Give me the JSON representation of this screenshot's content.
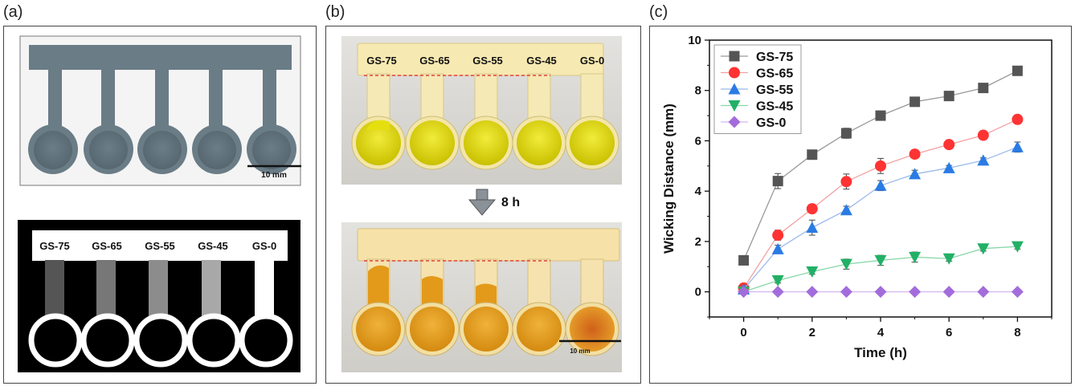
{
  "panels": {
    "a": {
      "label": "(a)",
      "scale_bar": "10 mm",
      "channels": [
        "GS-75",
        "GS-65",
        "GS-55",
        "GS-45",
        "GS-0"
      ]
    },
    "b": {
      "label": "(b)",
      "channels_top": [
        "GS-75",
        "GS-65",
        "GS-55",
        "GS-45",
        "GS-0"
      ],
      "arrow_text": "8 h",
      "scale_bar": "10 mm"
    },
    "c": {
      "label": "(c)"
    }
  },
  "colors": {
    "print_gray": "#6a7c86",
    "gel_yellow": "#e8e200",
    "gel_orange": "#e39a1a",
    "gs75": "#555555",
    "gs65": "#ff3333",
    "gs55": "#2a7be4",
    "gs45": "#22b066",
    "gs0": "#a36cdb"
  },
  "chart_data": {
    "type": "line",
    "xlabel": "Time (h)",
    "ylabel": "Wicking Distance (mm)",
    "xlim": [
      -1,
      9
    ],
    "ylim": [
      -1,
      10
    ],
    "xticks": [
      0,
      2,
      4,
      6,
      8
    ],
    "yticks": [
      0,
      2,
      4,
      6,
      8,
      10
    ],
    "legend_position": "top-left",
    "x": [
      0,
      1,
      2,
      3,
      4,
      5,
      6,
      7,
      8
    ],
    "series": [
      {
        "name": "GS-75",
        "color": "#555555",
        "line": "#9a9a9a",
        "marker": "square",
        "values": [
          1.25,
          4.4,
          5.45,
          6.3,
          7.0,
          7.55,
          7.78,
          8.1,
          8.78
        ],
        "errors": [
          0.1,
          0.3,
          0.1,
          0.2,
          0.1,
          0.1,
          0.1,
          0.1,
          0.1
        ]
      },
      {
        "name": "GS-65",
        "color": "#ff3333",
        "line": "#f2a0a0",
        "marker": "circle",
        "values": [
          0.15,
          2.25,
          3.3,
          4.38,
          5.0,
          5.47,
          5.85,
          6.22,
          6.85
        ],
        "errors": [
          0.05,
          0.2,
          0.1,
          0.3,
          0.3,
          0.15,
          0.1,
          0.1,
          0.1
        ]
      },
      {
        "name": "GS-55",
        "color": "#2a7be4",
        "line": "#9ab9ea",
        "marker": "triangle",
        "values": [
          0.1,
          1.7,
          2.55,
          3.25,
          4.22,
          4.68,
          4.92,
          5.22,
          5.75
        ],
        "errors": [
          0.05,
          0.15,
          0.3,
          0.15,
          0.2,
          0.15,
          0.1,
          0.1,
          0.2
        ]
      },
      {
        "name": "GS-45",
        "color": "#22b066",
        "line": "#8ad7a9",
        "marker": "triangle-down",
        "values": [
          0.0,
          0.45,
          0.8,
          1.1,
          1.25,
          1.38,
          1.32,
          1.72,
          1.8
        ],
        "errors": [
          0.02,
          0.1,
          0.1,
          0.2,
          0.2,
          0.2,
          0.1,
          0.1,
          0.1
        ]
      },
      {
        "name": "GS-0",
        "color": "#a36cdb",
        "line": "#d3b7f0",
        "marker": "diamond",
        "values": [
          0,
          0,
          0,
          0,
          0,
          0,
          0,
          0,
          0
        ],
        "errors": [
          0,
          0,
          0,
          0,
          0,
          0,
          0,
          0,
          0
        ]
      }
    ]
  }
}
